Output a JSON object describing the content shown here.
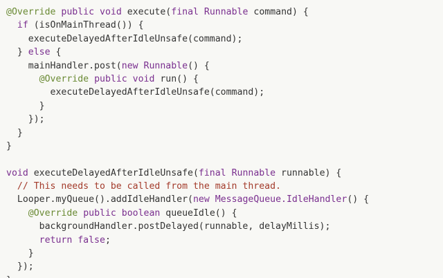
{
  "colors": {
    "background": "#f8f8f5",
    "plain": "#333333",
    "keyword": "#7a2f8f",
    "annotation": "#6a8a34",
    "comment": "#a33b2b"
  },
  "code_lines": [
    {
      "indent": 0,
      "tokens": [
        {
          "t": "annotation",
          "v": "@Override"
        },
        {
          "t": "plain",
          "v": " "
        },
        {
          "t": "keyword",
          "v": "public"
        },
        {
          "t": "plain",
          "v": " "
        },
        {
          "t": "keyword",
          "v": "void"
        },
        {
          "t": "plain",
          "v": " execute("
        },
        {
          "t": "keyword",
          "v": "final"
        },
        {
          "t": "plain",
          "v": " "
        },
        {
          "t": "type",
          "v": "Runnable"
        },
        {
          "t": "plain",
          "v": " command) {"
        }
      ]
    },
    {
      "indent": 2,
      "tokens": [
        {
          "t": "keyword",
          "v": "if"
        },
        {
          "t": "plain",
          "v": " (isOnMainThread()) {"
        }
      ]
    },
    {
      "indent": 4,
      "tokens": [
        {
          "t": "plain",
          "v": "executeDelayedAfterIdleUnsafe(command);"
        }
      ]
    },
    {
      "indent": 2,
      "tokens": [
        {
          "t": "plain",
          "v": "} "
        },
        {
          "t": "keyword",
          "v": "else"
        },
        {
          "t": "plain",
          "v": " {"
        }
      ]
    },
    {
      "indent": 4,
      "tokens": [
        {
          "t": "plain",
          "v": "mainHandler.post("
        },
        {
          "t": "keyword",
          "v": "new"
        },
        {
          "t": "plain",
          "v": " "
        },
        {
          "t": "type",
          "v": "Runnable"
        },
        {
          "t": "plain",
          "v": "() {"
        }
      ]
    },
    {
      "indent": 6,
      "tokens": [
        {
          "t": "annotation",
          "v": "@Override"
        },
        {
          "t": "plain",
          "v": " "
        },
        {
          "t": "keyword",
          "v": "public"
        },
        {
          "t": "plain",
          "v": " "
        },
        {
          "t": "keyword",
          "v": "void"
        },
        {
          "t": "plain",
          "v": " run() {"
        }
      ]
    },
    {
      "indent": 8,
      "tokens": [
        {
          "t": "plain",
          "v": "executeDelayedAfterIdleUnsafe(command);"
        }
      ]
    },
    {
      "indent": 6,
      "tokens": [
        {
          "t": "plain",
          "v": "}"
        }
      ]
    },
    {
      "indent": 4,
      "tokens": [
        {
          "t": "plain",
          "v": "});"
        }
      ]
    },
    {
      "indent": 2,
      "tokens": [
        {
          "t": "plain",
          "v": "}"
        }
      ]
    },
    {
      "indent": 0,
      "tokens": [
        {
          "t": "plain",
          "v": "}"
        }
      ]
    },
    {
      "indent": 0,
      "tokens": []
    },
    {
      "indent": 0,
      "tokens": [
        {
          "t": "keyword",
          "v": "void"
        },
        {
          "t": "plain",
          "v": " executeDelayedAfterIdleUnsafe("
        },
        {
          "t": "keyword",
          "v": "final"
        },
        {
          "t": "plain",
          "v": " "
        },
        {
          "t": "type",
          "v": "Runnable"
        },
        {
          "t": "plain",
          "v": " runnable) {"
        }
      ]
    },
    {
      "indent": 2,
      "tokens": [
        {
          "t": "comment",
          "v": "// This needs to be called from the main thread."
        }
      ]
    },
    {
      "indent": 2,
      "tokens": [
        {
          "t": "plain",
          "v": "Looper.myQueue().addIdleHandler("
        },
        {
          "t": "keyword",
          "v": "new"
        },
        {
          "t": "plain",
          "v": " "
        },
        {
          "t": "type",
          "v": "MessageQueue.IdleHandler"
        },
        {
          "t": "plain",
          "v": "() {"
        }
      ]
    },
    {
      "indent": 4,
      "tokens": [
        {
          "t": "annotation",
          "v": "@Override"
        },
        {
          "t": "plain",
          "v": " "
        },
        {
          "t": "keyword",
          "v": "public"
        },
        {
          "t": "plain",
          "v": " "
        },
        {
          "t": "keyword",
          "v": "boolean"
        },
        {
          "t": "plain",
          "v": " queueIdle() {"
        }
      ]
    },
    {
      "indent": 6,
      "tokens": [
        {
          "t": "plain",
          "v": "backgroundHandler.postDelayed(runnable, delayMillis);"
        }
      ]
    },
    {
      "indent": 6,
      "tokens": [
        {
          "t": "keyword",
          "v": "return"
        },
        {
          "t": "plain",
          "v": " "
        },
        {
          "t": "keyword",
          "v": "false"
        },
        {
          "t": "plain",
          "v": ";"
        }
      ]
    },
    {
      "indent": 4,
      "tokens": [
        {
          "t": "plain",
          "v": "}"
        }
      ]
    },
    {
      "indent": 2,
      "tokens": [
        {
          "t": "plain",
          "v": "});"
        }
      ]
    },
    {
      "indent": 0,
      "tokens": [
        {
          "t": "plain",
          "v": "}"
        }
      ]
    }
  ]
}
